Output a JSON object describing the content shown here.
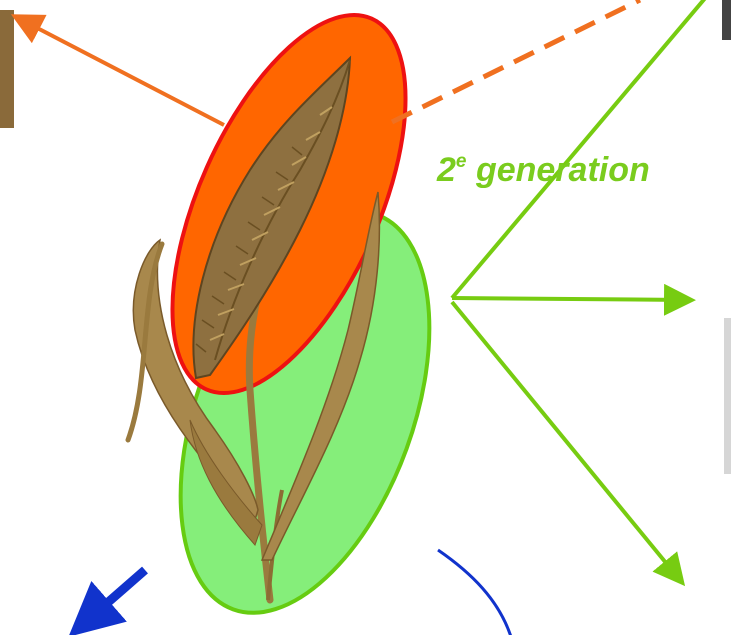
{
  "label": {
    "number": "2",
    "superscript": "e",
    "text": " generation"
  },
  "colors": {
    "grain_ellipse_fill": "#ff6600",
    "grain_ellipse_stroke": "#ee1111",
    "straw_ellipse_fill": "#85ee7a",
    "straw_ellipse_stroke": "#66cc11",
    "green_arrows": "#77cc11",
    "orange_arrows": "#f07020",
    "blue_arrows": "#1133cc",
    "wheat": "#9a7a3e"
  },
  "icons": [
    "wheat-plant-illustration"
  ]
}
